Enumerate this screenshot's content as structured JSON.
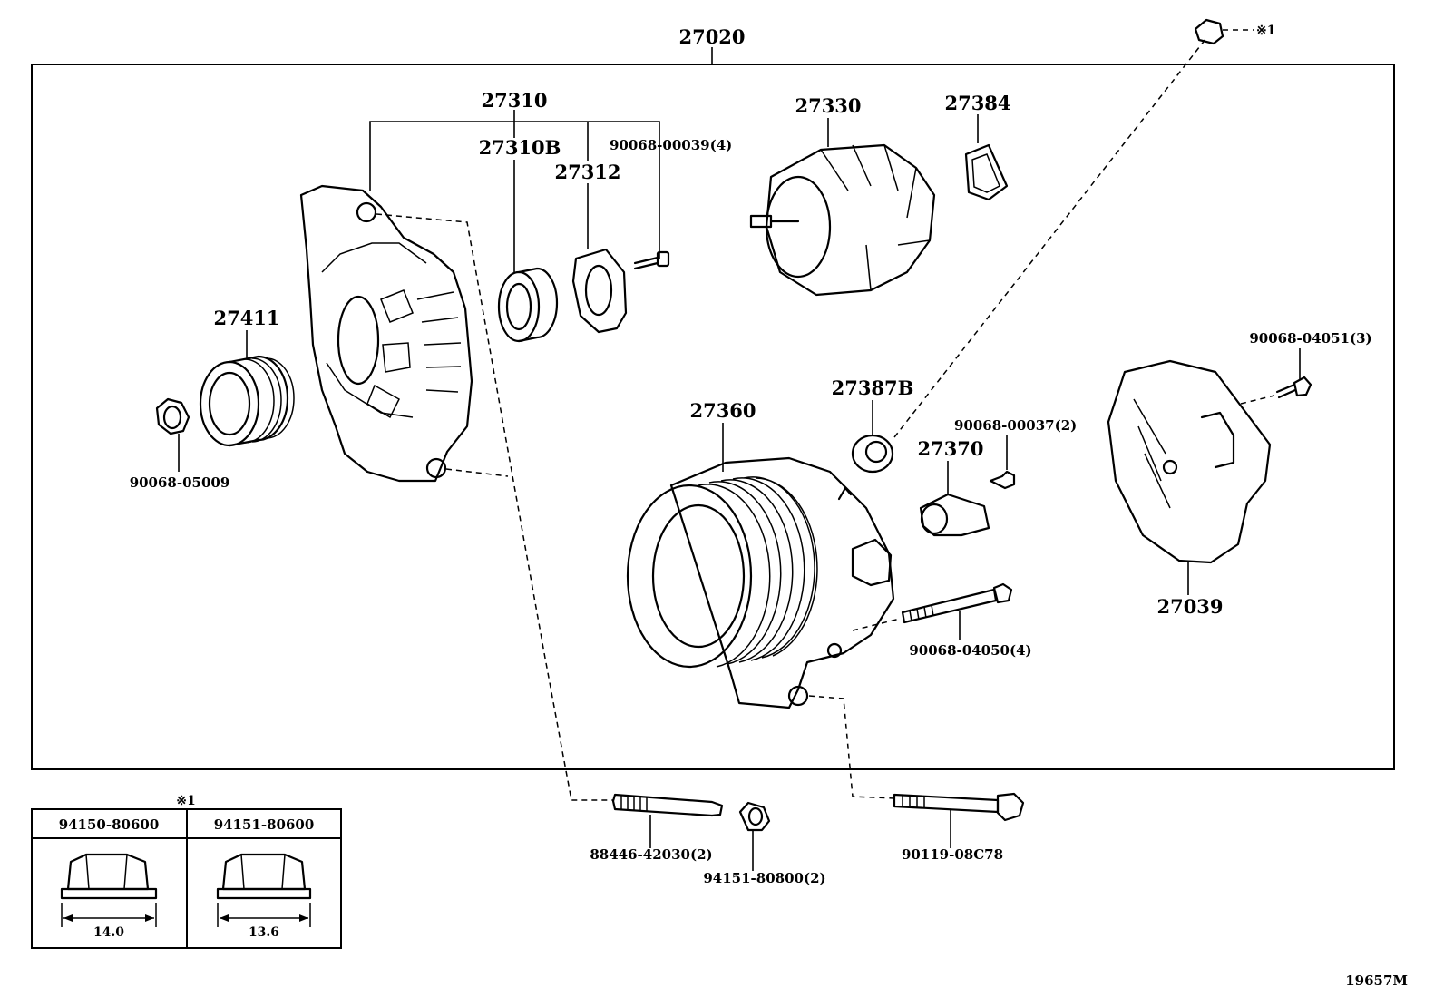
{
  "diagram": {
    "assembly_number": "27020",
    "figure_code": "19657M",
    "note_symbol": "※1",
    "parts": {
      "p27310": "27310",
      "p27310B": "27310B",
      "p27312": "27312",
      "p90068_00039": "90068-00039(4)",
      "p27330": "27330",
      "p27384": "27384",
      "p27411": "27411",
      "p90068_05009": "90068-05009",
      "p27387B": "27387B",
      "p27360": "27360",
      "p90068_00037": "90068-00037(2)",
      "p27370": "27370",
      "p90068_04051": "90068-04051(3)",
      "p27039": "27039",
      "p90068_04050": "90068-04050(4)",
      "p88446_42030": "88446-42030(2)",
      "p94151_80800": "94151-80800(2)",
      "p90119_08C78": "90119-08C78"
    },
    "note_table": {
      "marker": "※1",
      "col1_part": "94150-80600",
      "col1_size": "14.0",
      "col2_part": "94151-80600",
      "col2_size": "13.6"
    }
  },
  "colors": {
    "line": "#000000",
    "background": "#ffffff"
  }
}
